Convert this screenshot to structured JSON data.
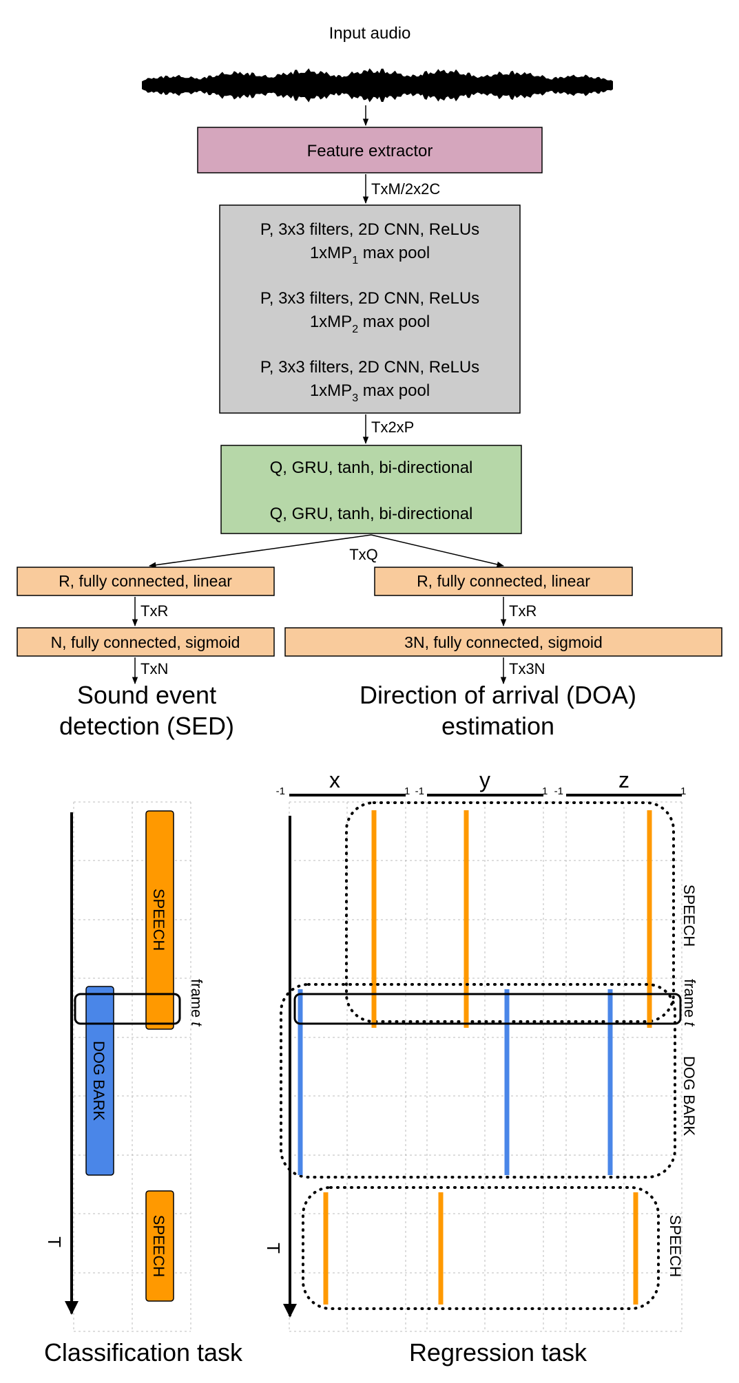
{
  "input_label": "Input audio",
  "pipeline": {
    "feature_extractor": "Feature extractor",
    "feature_shape": "TxM/2x2C",
    "cnn_layers": [
      {
        "line1": "P, 3x3 filters, 2D CNN, ReLUs",
        "pool_prefix": "1xMP",
        "pool_sub": "1",
        "pool_suffix": " max pool"
      },
      {
        "line1": "P, 3x3 filters, 2D CNN, ReLUs",
        "pool_prefix": "1xMP",
        "pool_sub": "2",
        "pool_suffix": " max pool"
      },
      {
        "line1": "P, 3x3 filters, 2D CNN, ReLUs",
        "pool_prefix": "1xMP",
        "pool_sub": "3",
        "pool_suffix": " max pool"
      }
    ],
    "cnn_shape": "Tx2xP",
    "rnn_layers": [
      "Q, GRU, tanh, bi-directional",
      "Q, GRU, tanh, bi-directional"
    ],
    "rnn_shape": "TxQ",
    "sed_branch": {
      "fc1": "R, fully connected, linear",
      "fc1_shape": "TxR",
      "fc2": "N, fully connected, sigmoid",
      "fc2_shape": "TxN",
      "output_line1": "Sound event",
      "output_line2": "detection (SED)"
    },
    "doa_branch": {
      "fc1": "R, fully connected, linear",
      "fc1_shape": "TxR",
      "fc2": "3N, fully connected, sigmoid",
      "fc2_shape": "Tx3N",
      "output_line1": "Direction of arrival (DOA)",
      "output_line2": "estimation"
    }
  },
  "classification": {
    "caption": "Classification task",
    "axis_label": "T",
    "frame_label": "frame",
    "frame_var": "t",
    "events": [
      {
        "label": "SPEECH",
        "color": "#FF9900"
      },
      {
        "label": "DOG BARK",
        "color": "#4A86E8"
      },
      {
        "label": "SPEECH",
        "color": "#FF9900"
      }
    ]
  },
  "regression": {
    "caption": "Regression task",
    "axis_label": "T",
    "frame_label": "frame",
    "frame_var": "t",
    "axes": [
      {
        "name": "x",
        "min": "-1",
        "max": "1"
      },
      {
        "name": "y",
        "min": "-1",
        "max": "1"
      },
      {
        "name": "z",
        "min": "-1",
        "max": "1"
      }
    ],
    "groups": [
      {
        "label": "SPEECH",
        "color": "#FF9900"
      },
      {
        "label": "DOG BARK",
        "color": "#4A86E8"
      },
      {
        "label": "SPEECH",
        "color": "#FF9900"
      }
    ]
  }
}
